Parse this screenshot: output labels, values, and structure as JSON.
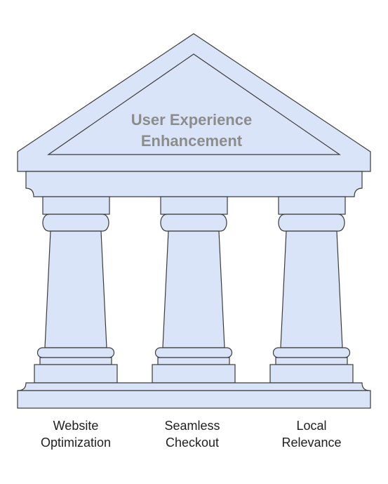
{
  "roof": {
    "title_line1": "User Experience",
    "title_line2": "Enhancement"
  },
  "pillars": [
    {
      "label": "Website\nOptimization"
    },
    {
      "label": "Seamless\nCheckout"
    },
    {
      "label": "Local\nRelevance"
    }
  ],
  "colors": {
    "fill": "#dae4f9",
    "stroke": "#3b3b3b",
    "title": "#8c8c8c",
    "label": "#1f1f1f"
  }
}
